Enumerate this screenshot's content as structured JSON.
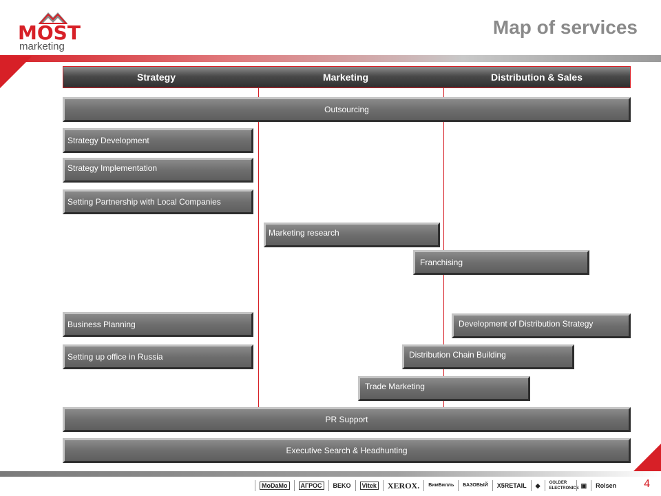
{
  "header": {
    "logo_top": "MOST",
    "logo_bottom": "marketing",
    "title": "Map of services"
  },
  "columns": [
    {
      "label": "Strategy"
    },
    {
      "label": "Marketing"
    },
    {
      "label": "Distribution & Sales"
    }
  ],
  "services": {
    "outsourcing": "Outsourcing",
    "strategy_development": "Strategy Development",
    "strategy_implementation": "Strategy Implementation",
    "setting_partnership": "Setting Partnership with Local Companies",
    "marketing_research": "Marketing research",
    "franchising": "Franchising",
    "business_planning": "Business Planning",
    "development_distribution": "Development of Distribution Strategy",
    "setting_office": "Setting up office in Russia",
    "distribution_chain": "Distribution Chain Building",
    "trade_marketing": "Trade Marketing",
    "pr_support": "PR Support",
    "executive_search": "Executive Search & Headhunting"
  },
  "footer": {
    "partners": [
      "MoDaMo",
      "АГРОС",
      "BEKO",
      "Vitek",
      "XEROX.",
      "ВимБилль",
      "БАЗОВЫЙ",
      "X5RETAIL",
      "◆",
      "GOLDER ELECTRONICS",
      "▣",
      "Rolsen"
    ],
    "page_number": "4"
  },
  "colors": {
    "brand_red": "#d72027",
    "bar_gray": "#6e6e6e",
    "title_gray": "#8a8a8a"
  }
}
